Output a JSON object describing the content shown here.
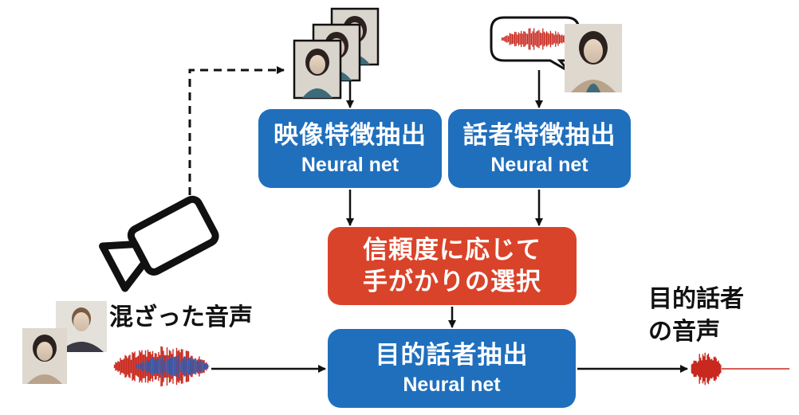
{
  "boxes": {
    "video_feature": {
      "title": "映像特徴抽出",
      "subtitle": "Neural net"
    },
    "speaker_feature": {
      "title": "話者特徴抽出",
      "subtitle": "Neural net"
    },
    "clue_selection": {
      "line1": "信頼度に応じて",
      "line2": "手がかりの選択"
    },
    "target_extraction": {
      "title": "目的話者抽出",
      "subtitle": "Neural net"
    }
  },
  "labels": {
    "mixed_speech": "混ざった音声",
    "target_speech_line1": "目的話者",
    "target_speech_line2": "の音声"
  },
  "icons": {
    "camera": "video-camera-icon",
    "frames": "video-frames",
    "speech_bubble": "speech-bubble-icon"
  },
  "colors": {
    "blue_box": "#1f6fbd",
    "red_box": "#d9432a",
    "waveform_red": "#c8281e",
    "waveform_blue": "#2a5fb8"
  }
}
